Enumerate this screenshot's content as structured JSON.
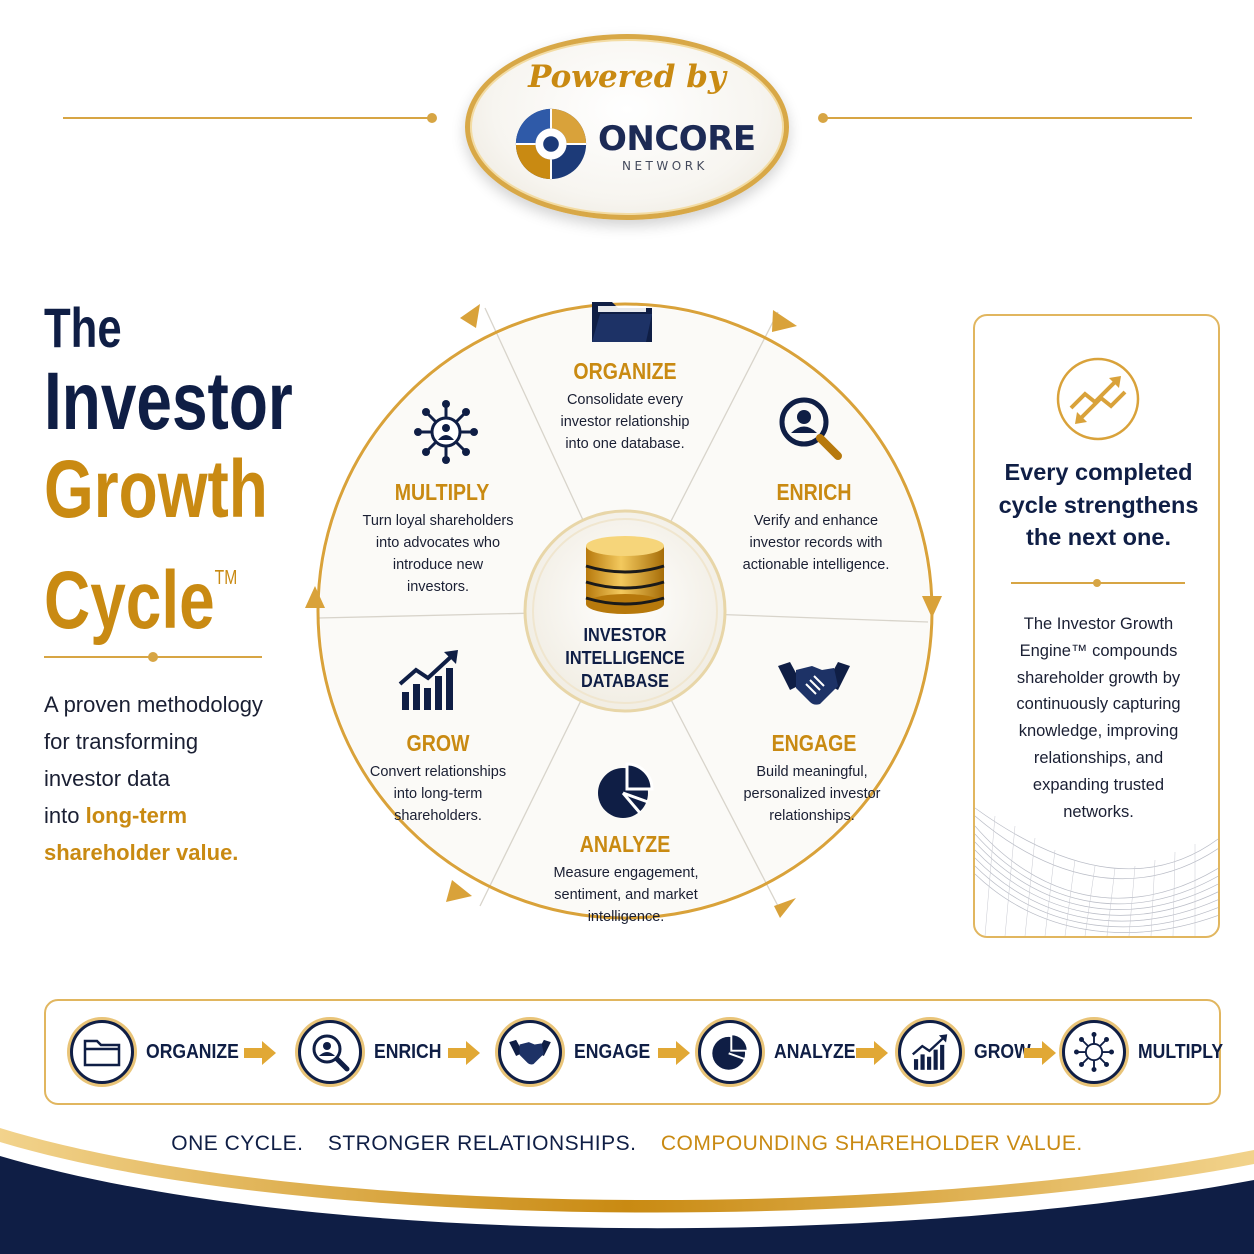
{
  "colors": {
    "navy": "#0f1e45",
    "gold": "#c98a12",
    "gold_light": "#e1b65f"
  },
  "header": {
    "powered_by": "Powered by",
    "brand_name": "ONCORE",
    "brand_sub": "NETWORK",
    "logo_icon": "oncore-logo"
  },
  "title": {
    "line1": "The",
    "line2": "Investor",
    "line3": "Growth",
    "line4": "Cycle",
    "trademark": "TM"
  },
  "tagline": {
    "line1": "A proven methodology",
    "line2": "for transforming",
    "line3": "investor data",
    "line4_prefix": "into ",
    "line4_highlight": "long-term",
    "line5_highlight": "shareholder value."
  },
  "cycle": {
    "hub": {
      "line1": "INVESTOR",
      "line2": "INTELLIGENCE",
      "line3": "DATABASE",
      "icon": "database-icon"
    },
    "segments": [
      {
        "title": "ORGANIZE",
        "desc1": "Consolidate every",
        "desc2": "investor relationship",
        "desc3": "into one database.",
        "icon": "folder-icon"
      },
      {
        "title": "ENRICH",
        "desc1": "Verify and enhance",
        "desc2": "investor records with",
        "desc3": "actionable intelligence.",
        "icon": "user-search-icon"
      },
      {
        "title": "ENGAGE",
        "desc1": "Build meaningful,",
        "desc2": "personalized investor",
        "desc3": "relationships.",
        "icon": "handshake-icon"
      },
      {
        "title": "ANALYZE",
        "desc1": "Measure engagement,",
        "desc2": "sentiment, and market",
        "desc3": "intelligence.",
        "icon": "pie-chart-icon"
      },
      {
        "title": "GROW",
        "desc1": "Convert relationships",
        "desc2": "into long-term",
        "desc3": "shareholders.",
        "icon": "growth-chart-icon"
      },
      {
        "title": "MULTIPLY",
        "desc1": "Turn loyal shareholders",
        "desc2": "into advocates who",
        "desc3": "introduce new",
        "desc4": "investors.",
        "icon": "network-icon"
      }
    ]
  },
  "side_card": {
    "icon": "trend-arrows-icon",
    "heading1": "Every completed",
    "heading2": "cycle strengthens",
    "heading3": "the next one.",
    "body1": "The Investor Growth",
    "body2": "Engine™ compounds",
    "body3": "shareholder growth by",
    "body4": "continuously capturing",
    "body5": "knowledge, improving",
    "body6": "relationships, and",
    "body7": "expanding trusted",
    "body8": "networks."
  },
  "steps": [
    {
      "label": "ORGANIZE",
      "icon": "folder-icon"
    },
    {
      "label": "ENRICH",
      "icon": "user-search-icon"
    },
    {
      "label": "ENGAGE",
      "icon": "handshake-icon"
    },
    {
      "label": "ANALYZE",
      "icon": "pie-chart-icon"
    },
    {
      "label": "GROW",
      "icon": "growth-chart-icon"
    },
    {
      "label": "MULTIPLY",
      "icon": "network-icon"
    }
  ],
  "footer": {
    "part1": "ONE CYCLE.",
    "part2": "STRONGER RELATIONSHIPS.",
    "part3": "COMPOUNDING SHAREHOLDER VALUE."
  }
}
